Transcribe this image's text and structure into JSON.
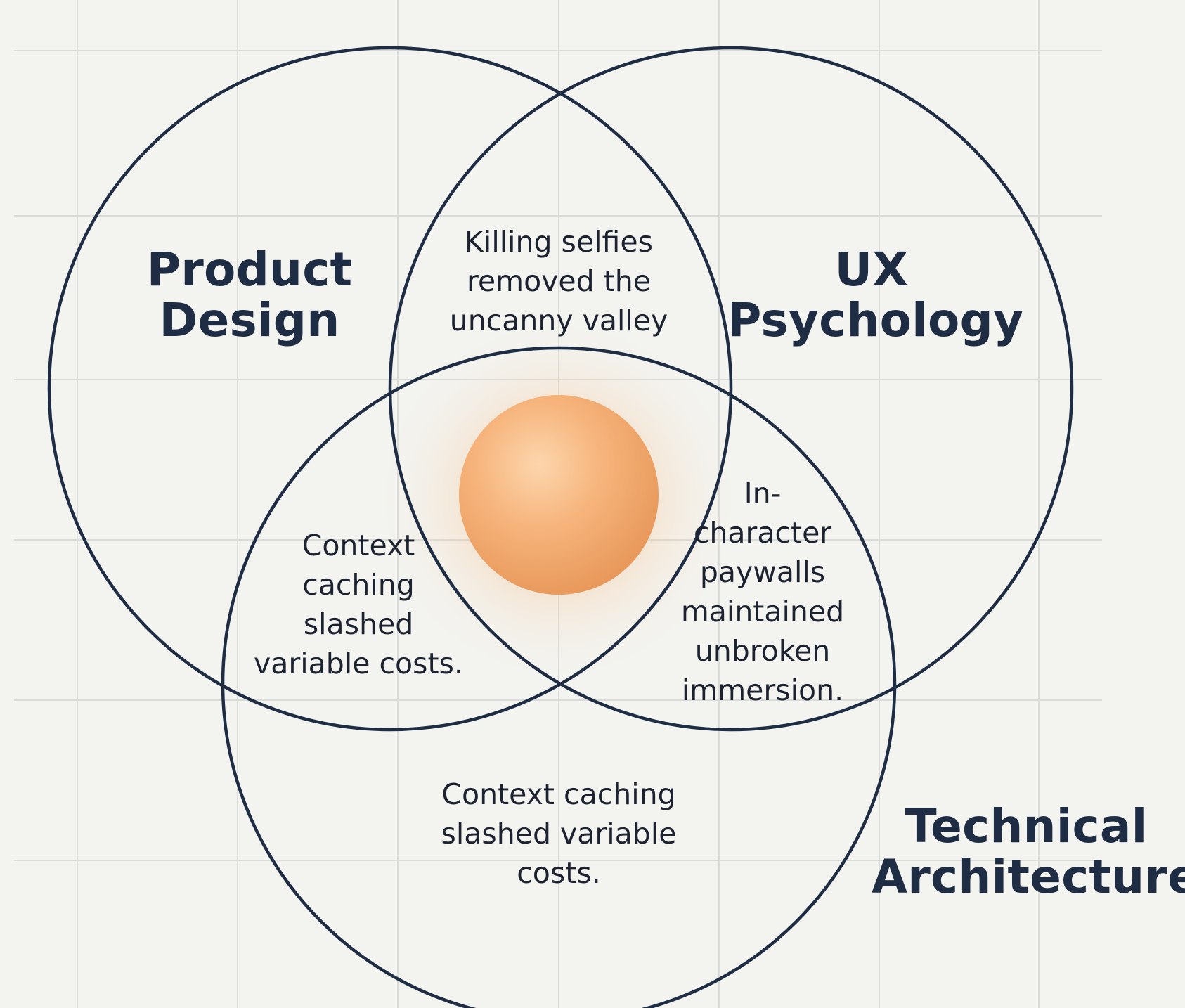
{
  "colors": {
    "background": "#f3f3ef",
    "grid": "#d9dbd8",
    "outline": "#1f2d44",
    "text": "#1c2230",
    "center_glow": "#f3a565"
  },
  "sets": {
    "product_design": "Product\nDesign",
    "ux_psychology": "UX\nPsychology",
    "technical_architecture": "Technical\nArchitecture"
  },
  "regions": {
    "product_ux": "Killing selfies\nremoved the\nuncanny valley",
    "product_tech": "Context\ncaching\nslashed\nvariable costs.",
    "ux_tech": "In-\ncharacter\npaywalls\nmaintained\nunbroken\nimmersion.",
    "tech_only": "Context caching\nslashed variable\ncosts."
  }
}
